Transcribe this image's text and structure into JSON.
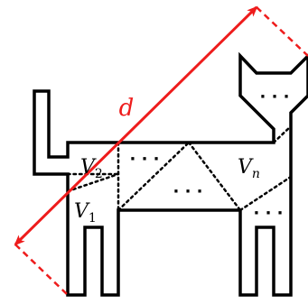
{
  "diagram": {
    "distance_label": "d",
    "region_labels": [
      {
        "base": "V",
        "sub": "2"
      },
      {
        "base": "V",
        "sub": "1"
      },
      {
        "base": "V",
        "sub": "n"
      }
    ],
    "ellipsis": "· · ·",
    "colors": {
      "outline": "#000000",
      "arrow": "#ee1c1c",
      "background": "#ffffff"
    }
  }
}
